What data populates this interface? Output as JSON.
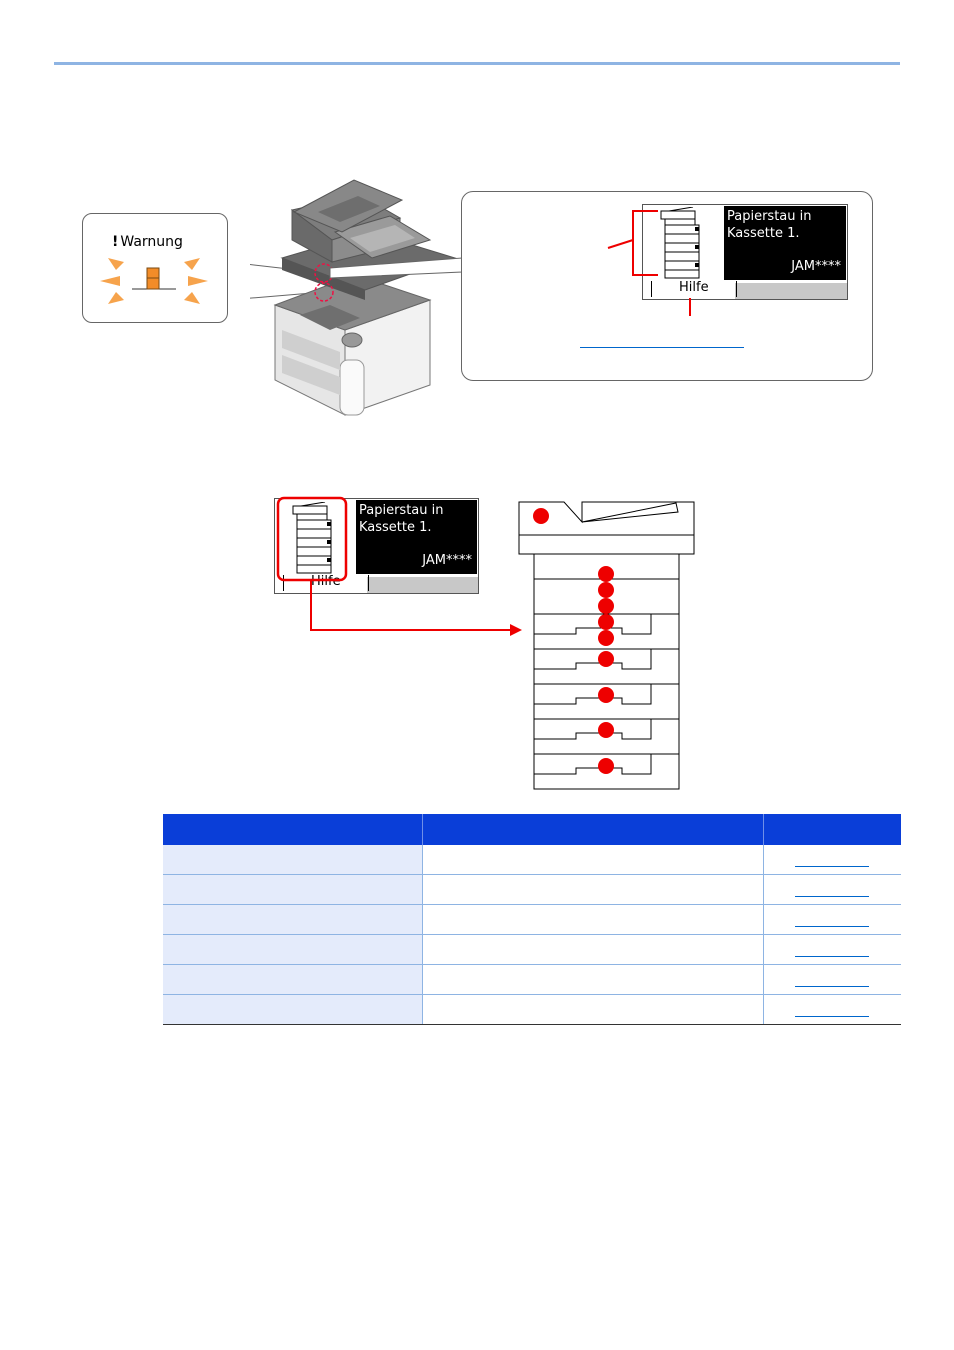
{
  "warning": {
    "excl": "!",
    "label": "Warnung"
  },
  "display_top": {
    "message_line1": "Papierstau in",
    "message_line2": "Kassette 1.",
    "code": "JAM****",
    "help_label": "Hilfe"
  },
  "display_zoom": {
    "message_line1": "Papierstau in",
    "message_line2": "Kassette 1.",
    "code": "JAM****",
    "help_label": "Hilfe"
  },
  "colors": {
    "accent": "#0a3ed8",
    "rule": "#8eb4e3",
    "jam_marker": "#ff0000",
    "link": "#0066cc",
    "warning_lamp": "#f28c28"
  },
  "table": {
    "headers": [
      "",
      "",
      ""
    ],
    "rows": [
      {
        "location": "",
        "description": "",
        "ref": ""
      },
      {
        "location": "",
        "description": "",
        "ref": ""
      },
      {
        "location": "",
        "description": "",
        "ref": ""
      },
      {
        "location": "",
        "description": "",
        "ref": ""
      },
      {
        "location": "",
        "description": "",
        "ref": ""
      },
      {
        "location": "",
        "description": "",
        "ref": ""
      }
    ]
  }
}
